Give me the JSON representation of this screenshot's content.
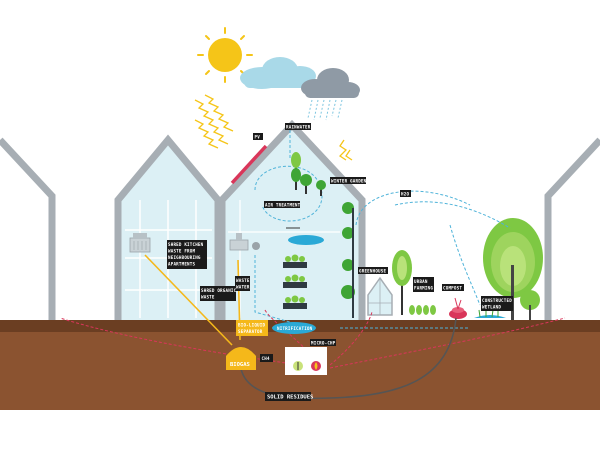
{
  "labels": {
    "pv": "PV",
    "rainwater": "RAINWATER",
    "winter_garden": "WINTER GARDEN",
    "air_treatment": "AIR TREATMENT",
    "shred_kitchen_1": "SHRED KITCHEN",
    "shred_kitchen_2": "WASTE FROM",
    "shred_kitchen_3": "NEIGHBOURING",
    "shred_kitchen_4": "APARTMENTS",
    "waste_water_1": "WASTE",
    "waste_water_2": "WATER",
    "shred_organic_1": "SHRED ORGANIC",
    "shred_organic_2": "WASTE",
    "greenhouse": "GREENHOUSE",
    "urban_farming_1": "URBAN",
    "urban_farming_2": "FARMING",
    "compost": "COMPOST",
    "constructed_wetland_1": "CONSTRUCTED",
    "constructed_wetland_2": "WETLAND",
    "bio_liquid_1": "BIO-LIQUID",
    "bio_liquid_2": "SEPARATOR",
    "nitrification": "NITRIFICATION",
    "micro_chp": "MICRO-CHP",
    "biogas": "BIOGAS",
    "ch4": "CH4",
    "solid_residues": "SOLID RESIDUES",
    "h2o": "H2O"
  },
  "colors": {
    "sky_sun": "#f5c518",
    "cloud_light": "#a9d9e8",
    "cloud_dark": "#8f9aa5",
    "building_outline": "#a7aeb4",
    "glass": "#dcf0f5",
    "ground_top": "#6b3e22",
    "ground_body": "#8b5330",
    "water_flow": "#4fb3d9",
    "heat_flow": "#d9365a",
    "tree_green": "#7ec843",
    "tree_dark": "#3fa535",
    "biogas_yellow": "#f5b81a",
    "separator_blue": "#2aa9d6",
    "solid_residue_line": "#555555",
    "label_black": "#1a1a1a"
  }
}
